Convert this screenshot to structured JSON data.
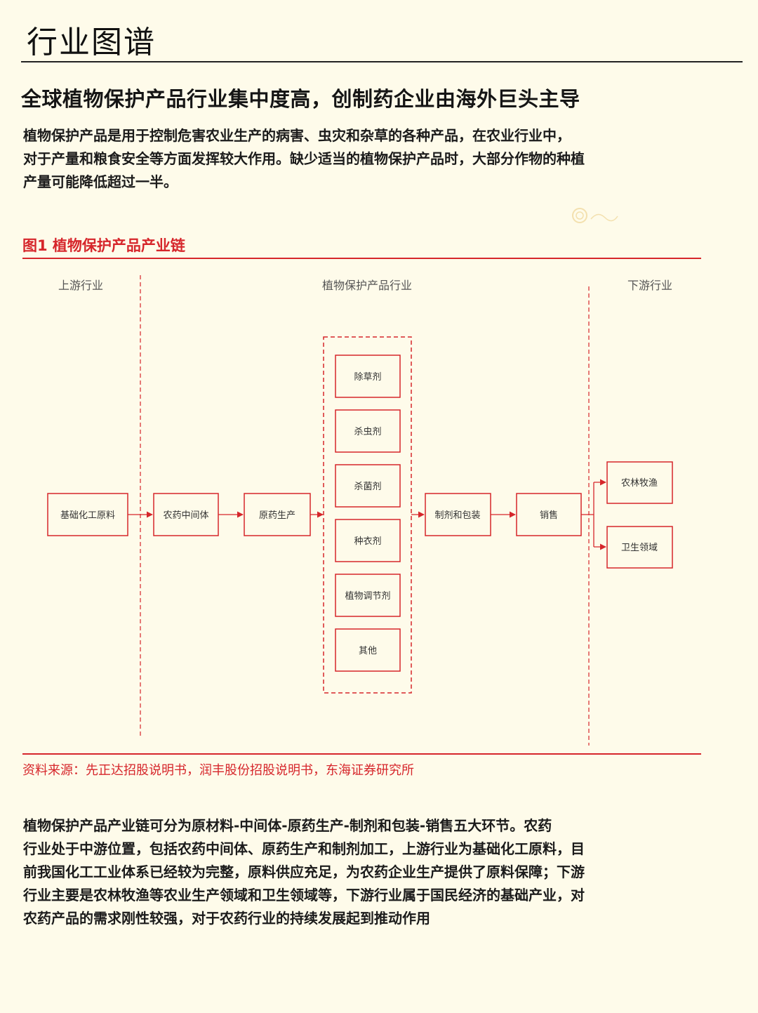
{
  "page": {
    "title": "行业图谱",
    "headline": "全球植物保护产品行业集中度高，创制药企业由海外巨头主导",
    "intro_lines": [
      "植物保护产品是用于控制危害农业生产的病害、虫灾和杂草的各种产品，在农业行业中，",
      "对于产量和粮食安全等方面发挥较大作用。缺少适当的植物保护产品时，大部分作物的种植",
      "产量可能降低超过一半。"
    ],
    "conclusion_lines": [
      "植物保护产品产业链可分为原材料-中间体-原药生产-制剂和包装-销售五大环节。农药",
      "行业处于中游位置，包括农药中间体、原药生产和制剂加工，上游行业为基础化工原料，目",
      "前我国化工工业体系已经较为完整，原料供应充足，为农药企业生产提供了原料保障；下游",
      "行业主要是农林牧渔等农业生产领域和卫生领域等，下游行业属于国民经济的基础产业，对",
      "农药产品的需求刚性较强，对于农药行业的持续发展起到推动作用"
    ]
  },
  "figure": {
    "title": "图1  植物保护产品产业链",
    "source": "资料来源：先正达招股说明书，润丰股份招股说明书，东海证券研究所",
    "accent_color": "#d6262b",
    "columns": {
      "upstream": "上游行业",
      "midstream": "植物保护产品行业",
      "downstream": "下游行业"
    },
    "chain": {
      "raw": "基础化工原料",
      "intermediate": "农药中间体",
      "technical": "原药生产",
      "formulation": "制剂和包装",
      "sales": "销售"
    },
    "products": [
      "除草剂",
      "杀虫剂",
      "杀菌剂",
      "种衣剂",
      "植物调节剂",
      "其他"
    ],
    "downstream_fields": [
      "农林牧渔",
      "卫生领域"
    ]
  }
}
